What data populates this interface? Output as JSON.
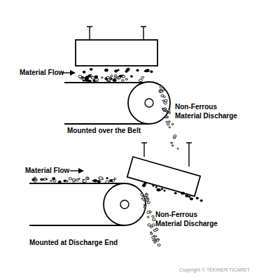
{
  "diagram": {
    "labels": [
      "Material Flow",
      "Non-Ferrous Material Discharge",
      "Mounted over the Belt",
      "Material Flow",
      "Non-Ferrous Material Discharge",
      "Mounted at Discharge End",
      "Copyright © TEKINER TICARET"
    ]
  }
}
